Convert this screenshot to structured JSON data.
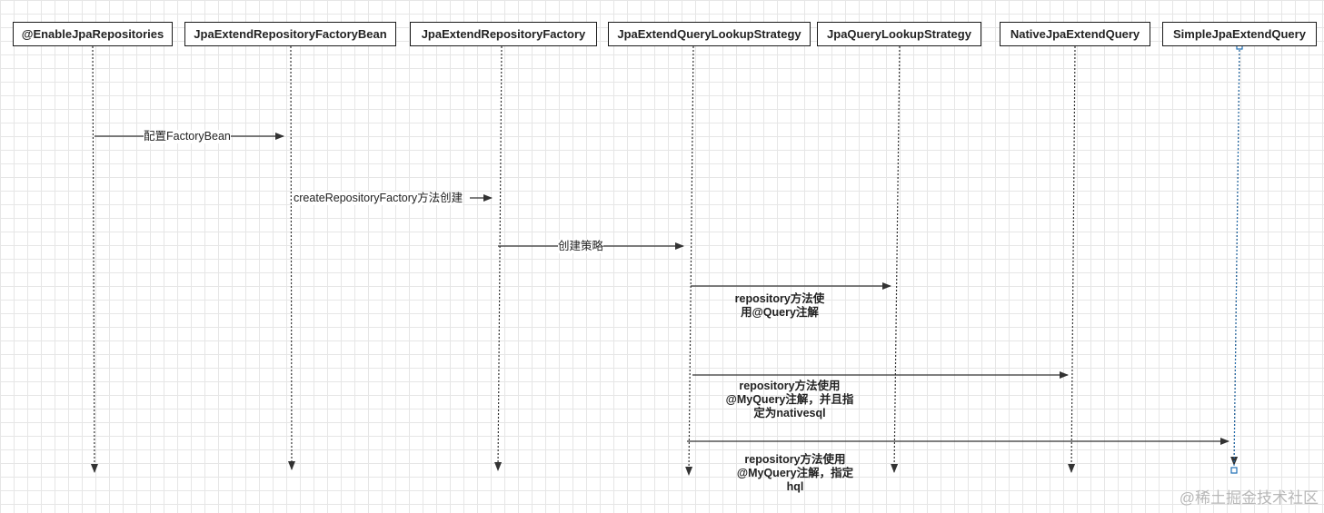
{
  "actors": [
    {
      "label": "@EnableJpaRepositories"
    },
    {
      "label": "JpaExtendRepositoryFactoryBean"
    },
    {
      "label": "JpaExtendRepositoryFactory"
    },
    {
      "label": "JpaExtendQueryLookupStrategy"
    },
    {
      "label": "JpaQueryLookupStrategy"
    },
    {
      "label": "NativeJpaExtendQuery"
    },
    {
      "label": "SimpleJpaExtendQuery"
    }
  ],
  "messages": [
    {
      "label": "配置FactoryBean"
    },
    {
      "label": "createRepositoryFactory方法创建"
    },
    {
      "label": "创建策略"
    },
    {
      "label": "repository方法使用@Query注解"
    },
    {
      "label": "repository方法使用@MyQuery注解，并且指定为nativesql"
    },
    {
      "label": "repository方法使用@MyQuery注解，指定hql"
    }
  ],
  "watermark": "@稀土掘金技术社区",
  "colors": {
    "line": "#333333",
    "grid": "#e6e6e6",
    "selected": "#1f6fb5"
  }
}
